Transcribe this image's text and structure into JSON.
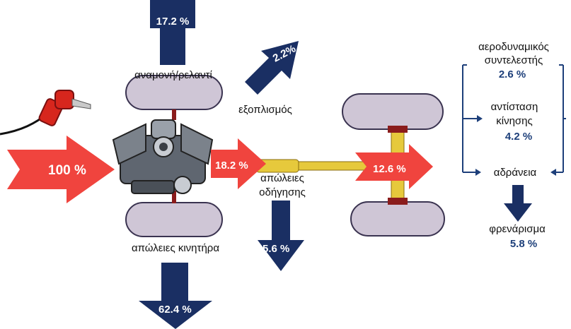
{
  "colors": {
    "loss_arrow": "#1a2f63",
    "flow_arrow": "#f0443e",
    "tire": "#cfc6d6",
    "axle": "#e6c93c",
    "rim": "#8a1c1c",
    "bracket": "#1d3f7a",
    "fuel_pump": "#d7261d"
  },
  "icons": {
    "fuel": "fuel-nozzle-icon",
    "engine": "engine-icon"
  },
  "labels": {
    "idle": {
      "text": "αναμονή/ρελαντί",
      "value": "17.2 %"
    },
    "accessories": {
      "text": "εξοπλισμός",
      "value": "2.2%"
    },
    "engine_losses": {
      "text": "απώλειες κινητήρα",
      "value": "62.4 %"
    },
    "drivetrain_losses": {
      "text": [
        "απώλειες",
        "οδήγησης"
      ],
      "value": "5.6 %"
    },
    "input": {
      "value": "100 %"
    },
    "engine_output": {
      "value": "18.2 %"
    },
    "wheels_output": {
      "value": "12.6 %"
    },
    "aero": {
      "text": [
        "αεροδυναμικός",
        "συντελεστής"
      ],
      "value": "2.6 %"
    },
    "rolling": {
      "text": [
        "αντίσταση",
        "κίνησης"
      ],
      "value": "4.2 %"
    },
    "inertia": {
      "text": "αδράνεια"
    },
    "braking": {
      "text": "φρενάρισμα",
      "value": "5.8 %"
    }
  }
}
